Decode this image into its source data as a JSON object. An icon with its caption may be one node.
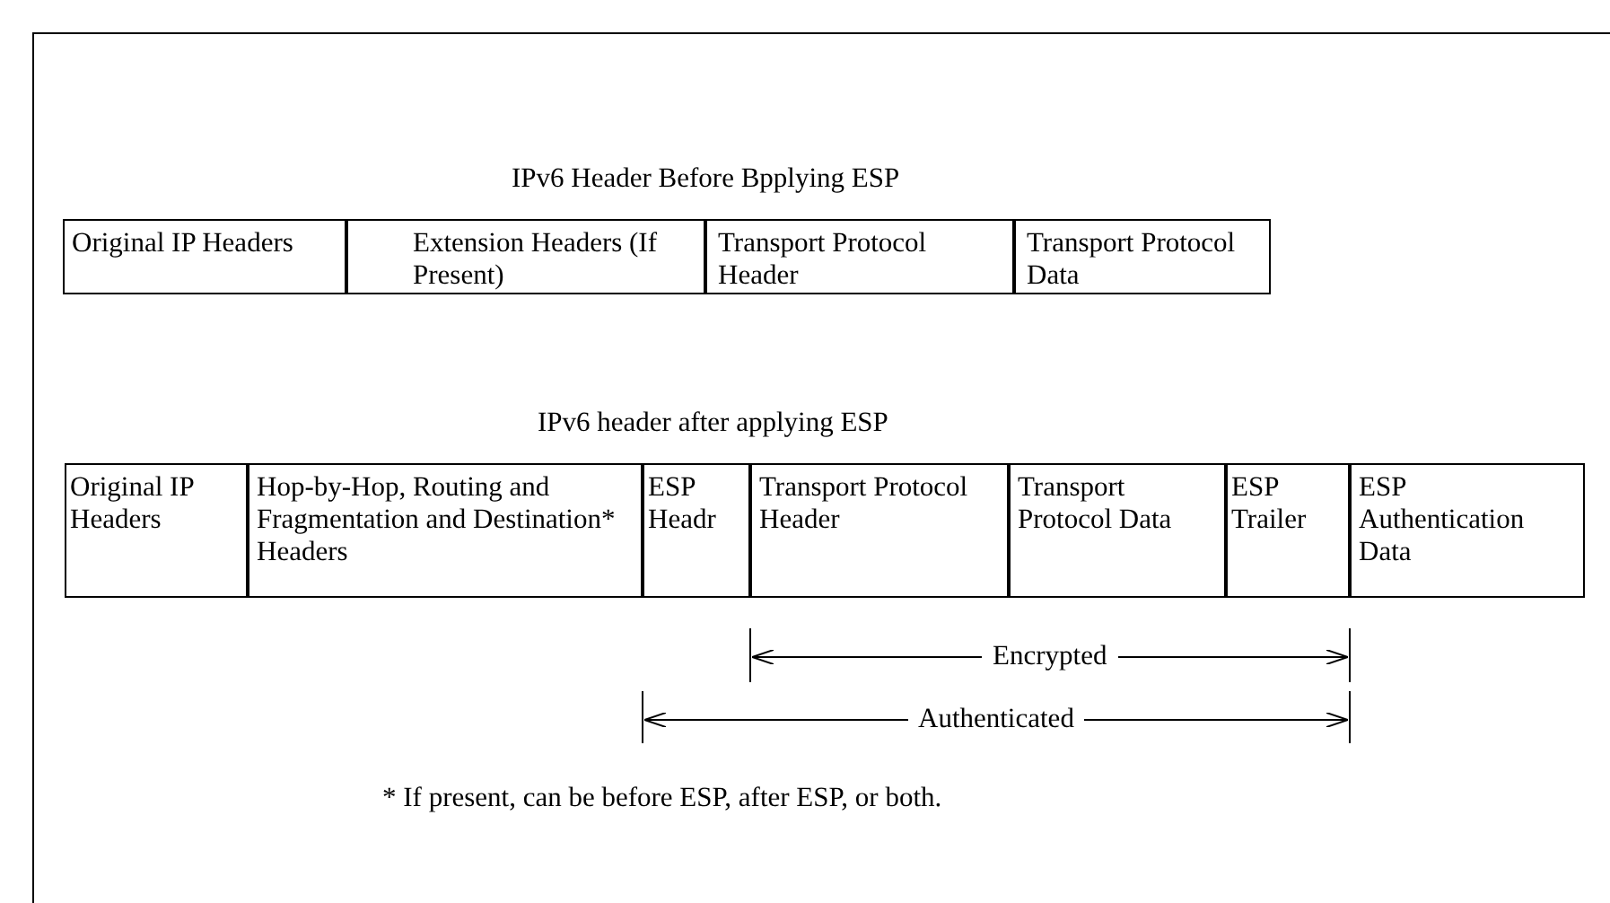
{
  "diagram": {
    "nodes": [
      {
        "text": [
          "Original IP Headers"
        ]
      },
      {
        "text": [
          "Extension Headers (If Present)"
        ]
      },
      {
        "text": [
          "Transport Protocol Header"
        ]
      },
      {
        "text": [
          "Transport Protocol Data"
        ]
      },
      {
        "text": [
          "Original IP Headers"
        ]
      },
      {
        "text": [
          "Hop-by-Hop, Routing and Fragmentation and Destination* Headers"
        ]
      },
      {
        "text": [
          "ESP Headr"
        ]
      },
      {
        "text": [
          "Transport Protocol Header"
        ]
      },
      {
        "text": [
          "Transport Protocol Data"
        ]
      },
      {
        "text": [
          "ESP Trailer"
        ]
      },
      {
        "text": [
          "ESP Authentication Data"
        ]
      }
    ],
    "edges": [],
    "labels": [
      "IPv6 Header Before Bpplying ESP",
      "IPv6 header after applying ESP",
      "Encrypted",
      "Authenticated",
      "* If present, can be before ESP, after ESP, or both."
    ]
  }
}
